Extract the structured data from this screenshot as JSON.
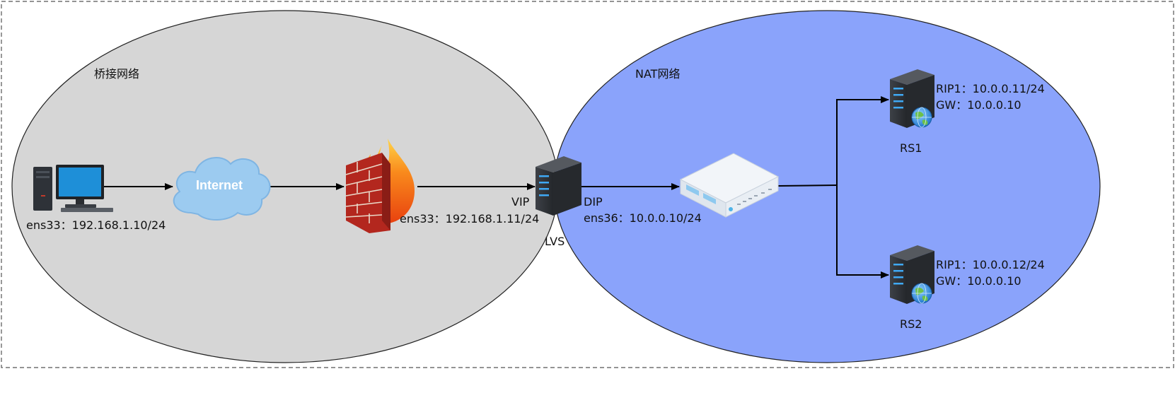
{
  "colors": {
    "bridge_zone": "#d6d6d6",
    "nat_zone": "#8aa3fb",
    "line": "#000000",
    "frame": "#555555"
  },
  "zones": {
    "bridge": "桥接网络",
    "nat": "NAT网络"
  },
  "nodes": {
    "client": {
      "icon": "desktop-computer-icon",
      "label": "ens33：192.168.1.10/24"
    },
    "internet": {
      "icon": "cloud-icon",
      "label": "Internet"
    },
    "firewall": {
      "icon": "firewall-icon",
      "label": "ens33：192.168.1.11/24"
    },
    "lvs": {
      "icon": "server-icon",
      "name": "LVS",
      "vip": "VIP",
      "dip": "DIP",
      "dip_iface": "ens36：10.0.0.10/24"
    },
    "switch": {
      "icon": "switch-icon"
    },
    "rs1": {
      "icon": "web-server-icon",
      "name": "RS1",
      "rip": "RIP1：10.0.0.11/24",
      "gw": "GW：10.0.0.10"
    },
    "rs2": {
      "icon": "web-server-icon",
      "name": "RS2",
      "rip": "RIP1：10.0.0.12/24",
      "gw": "GW：10.0.0.10"
    }
  }
}
